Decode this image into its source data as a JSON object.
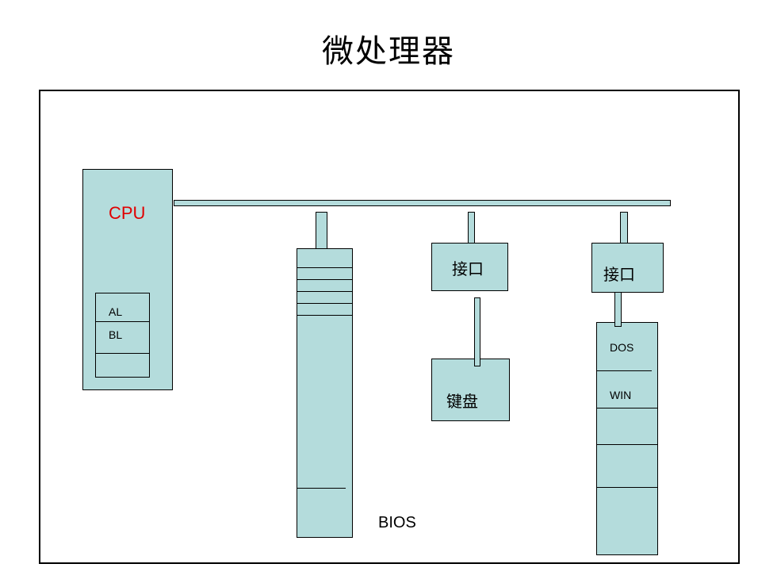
{
  "title": "微处理器",
  "cpu": {
    "label": "CPU",
    "registers": [
      "AL",
      "BL",
      ""
    ]
  },
  "memory": {
    "label": "BIOS"
  },
  "keyboard_branch": {
    "interface_label": "接口",
    "device_label": "键盘"
  },
  "disk_branch": {
    "interface_label": "接口",
    "slots": [
      "DOS",
      "WIN"
    ]
  },
  "colors": {
    "box_fill": "#b4dcdc",
    "cpu_label": "#e00000",
    "line": "#000000"
  }
}
